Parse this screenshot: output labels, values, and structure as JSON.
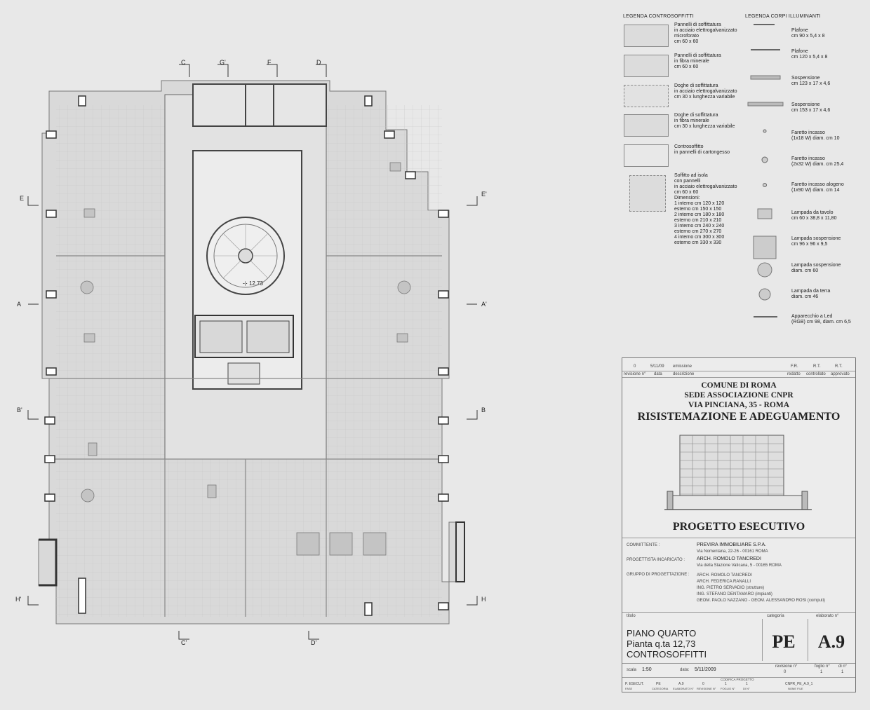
{
  "legend_ceilings": {
    "title": "LEGENDA CONTROSOFFITTI",
    "items": [
      "Pannelli di soffittatura\nin acciaio elettrogalvanizzato\nmicroforato\ncm 60 x 60",
      "Pannelli di soffittatura\nin fibra minerale\ncm 60 x 60",
      "Doghe di soffittatura\nin acciaio elettrogalvanizzato\ncm 30 x lunghezza variabile",
      "Doghe di soffittatura\nin fibra minerale\ncm 30 x lunghezza variabile",
      "Controsoffitto\nin pannelli di cartongesso",
      "Soffitto ad isola\ncon pannelli\nin acciaio elettrogalvanizzato\ncm 60 x 60\nDimensioni:\n1    interno cm 120 x 120\n      esterno cm 150 x 150\n2    interno cm 180 x 180\n      esterno cm 210 x 210\n3    interno cm 240 x 240\n      esterno cm 270 x 270\n4    interno cm 300 x 300\n      esterno cm 330 x 330"
    ]
  },
  "legend_lights": {
    "title": "LEGENDA CORPI ILLUMINANTI",
    "items": [
      "Plafone\ncm 90 x 5,4 x 8",
      "Plafone\ncm 120 x 5,4 x 8",
      "Sospensione\ncm 123 x 17 x 4,6",
      "Sospensione\ncm 153 x 17 x 4,6",
      "Faretto incasso\n(1x18 W) diam. cm 10",
      "Faretto incasso\n(2x32 W) diam. cm 25,4",
      "Faretto incasso alogeno\n(1x90 W) diam. cm 14",
      "Lampada da tavolo\ncm 60 x 38,8 x 11,80",
      "Lampada sospensione\ncm 96 x 96 x 9,5",
      "Lampada sospensione\ndiam. cm 60",
      "Lampada da terra\ndiam. cm 46",
      "Apparecchio a Led\n(RGB) cm 98, diam. cm 6,5"
    ]
  },
  "revision": {
    "number": "0",
    "date": "5/11/09",
    "description": "emissione",
    "headers": [
      "revisione n°",
      "data",
      "descrizione",
      "redatto",
      "controllato",
      "approvato"
    ],
    "initials": [
      "F.R.",
      "R.T.",
      "R.T."
    ]
  },
  "project": {
    "line1": "COMUNE DI ROMA",
    "line2": "SEDE ASSOCIAZIONE CNPR",
    "line3": "VIA PINCIANA, 35 - ROMA",
    "line4": "RISISTEMAZIONE E ADEGUAMENTO",
    "phase": "PROGETTO ESECUTIVO"
  },
  "credits": {
    "committente_label": "COMMITTENTE :",
    "committente": "PREVIRA IMMOBILIARE S.P.A.",
    "committente_addr": "Via Nomentana, 22-26 - 00161 ROMA",
    "progettista_label": "PROGETTISTA INCARICATO :",
    "progettista": "ARCH. ROMOLO TANCREDI",
    "progettista_addr": "Via della Stazione Vaticana, 5 - 00165 ROMA",
    "gruppo_label": "GRUPPO DI PROGETTAZIONE :",
    "gruppo": [
      "ARCH. ROMOLO TANCREDI",
      "ARCH. FEDERICA RANALLI",
      "ING. PIETRO SERVADIO (strutture)",
      "ING. STEFANO DENTAMARO (impianti)",
      "GEOM. PAOLO NAZZANO - GEOM. ALESSANDRO ROSI (computi)"
    ]
  },
  "sheet": {
    "titolo_label": "titolo",
    "categoria_label": "categoria",
    "elaborato_label": "elaborato n°",
    "title1": "PIANO QUARTO",
    "title2": "Pianta q.ta 12,73",
    "title3": "CONTROSOFFITTI",
    "category": "PE",
    "number": "A.9",
    "scale_label": "scala",
    "scale": "1:50",
    "date_label": "data:",
    "date": "5/11/2009",
    "rev_label": "revisione n°",
    "rev": "0",
    "foglio_label": "foglio n°",
    "foglio": "1",
    "di_label": "di n°",
    "di": "1",
    "code_label": "CODIFICA PROGETTO",
    "footer": [
      "P. ESECUT.",
      "PE",
      "A.9",
      "0",
      "1",
      "1",
      "CNPR_PE_A.9_1"
    ],
    "footer_labels": [
      "FASE",
      "CATEGORIA",
      "ELABORATO N°",
      "REVISIONE N°",
      "FOGLIO N°",
      "DI N°",
      "NOME FILE"
    ]
  },
  "plan": {
    "elevation": "12.73",
    "sections": [
      "C",
      "G'",
      "F",
      "D",
      "E",
      "E'",
      "A",
      "A'",
      "B",
      "B'",
      "H",
      "H'",
      "C'",
      "D'"
    ]
  }
}
